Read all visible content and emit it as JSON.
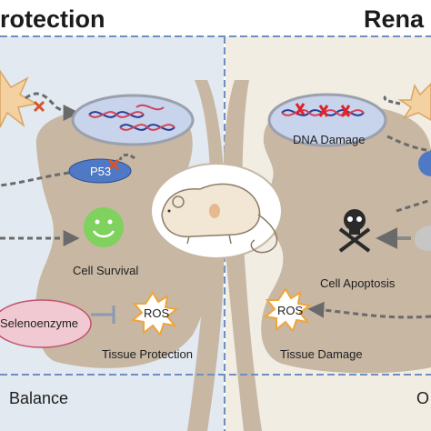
{
  "header": {
    "left_title": "rotection",
    "right_title": "Rena"
  },
  "left_panel": {
    "p53": "P53",
    "cell_survival": "Cell Survival",
    "selenoenzyme": "Selenoenzyme",
    "ros": "ROS",
    "tissue_protection": "Tissue Protection",
    "footer": "Balance"
  },
  "right_panel": {
    "dna_damage": "DNA Damage",
    "cell_apoptosis": "Cell Apoptosis",
    "ros": "ROS",
    "tissue_damage": "Tissue Damage",
    "footer": "O"
  },
  "colors": {
    "left_bg": "#e2e9f1",
    "right_bg": "#f1ede3",
    "kidney": "#c7b7a3",
    "divider": "#6f8fc3",
    "oval_fill": "#c8d3ec",
    "p53_fill": "#4f79c4",
    "smile_fill": "#7fd25e",
    "seleno_fill": "#f1c9d3",
    "seleno_stroke": "#c0536d",
    "ros_burst": "#f0a53a",
    "arrow": "#6a6a6a"
  },
  "icons": [
    "starburst-icon",
    "dna-icon",
    "smiley-icon",
    "skull-crossbones-icon",
    "mouse-icon",
    "ros-burst-icon",
    "inhibit-icon",
    "block-x-icon"
  ]
}
